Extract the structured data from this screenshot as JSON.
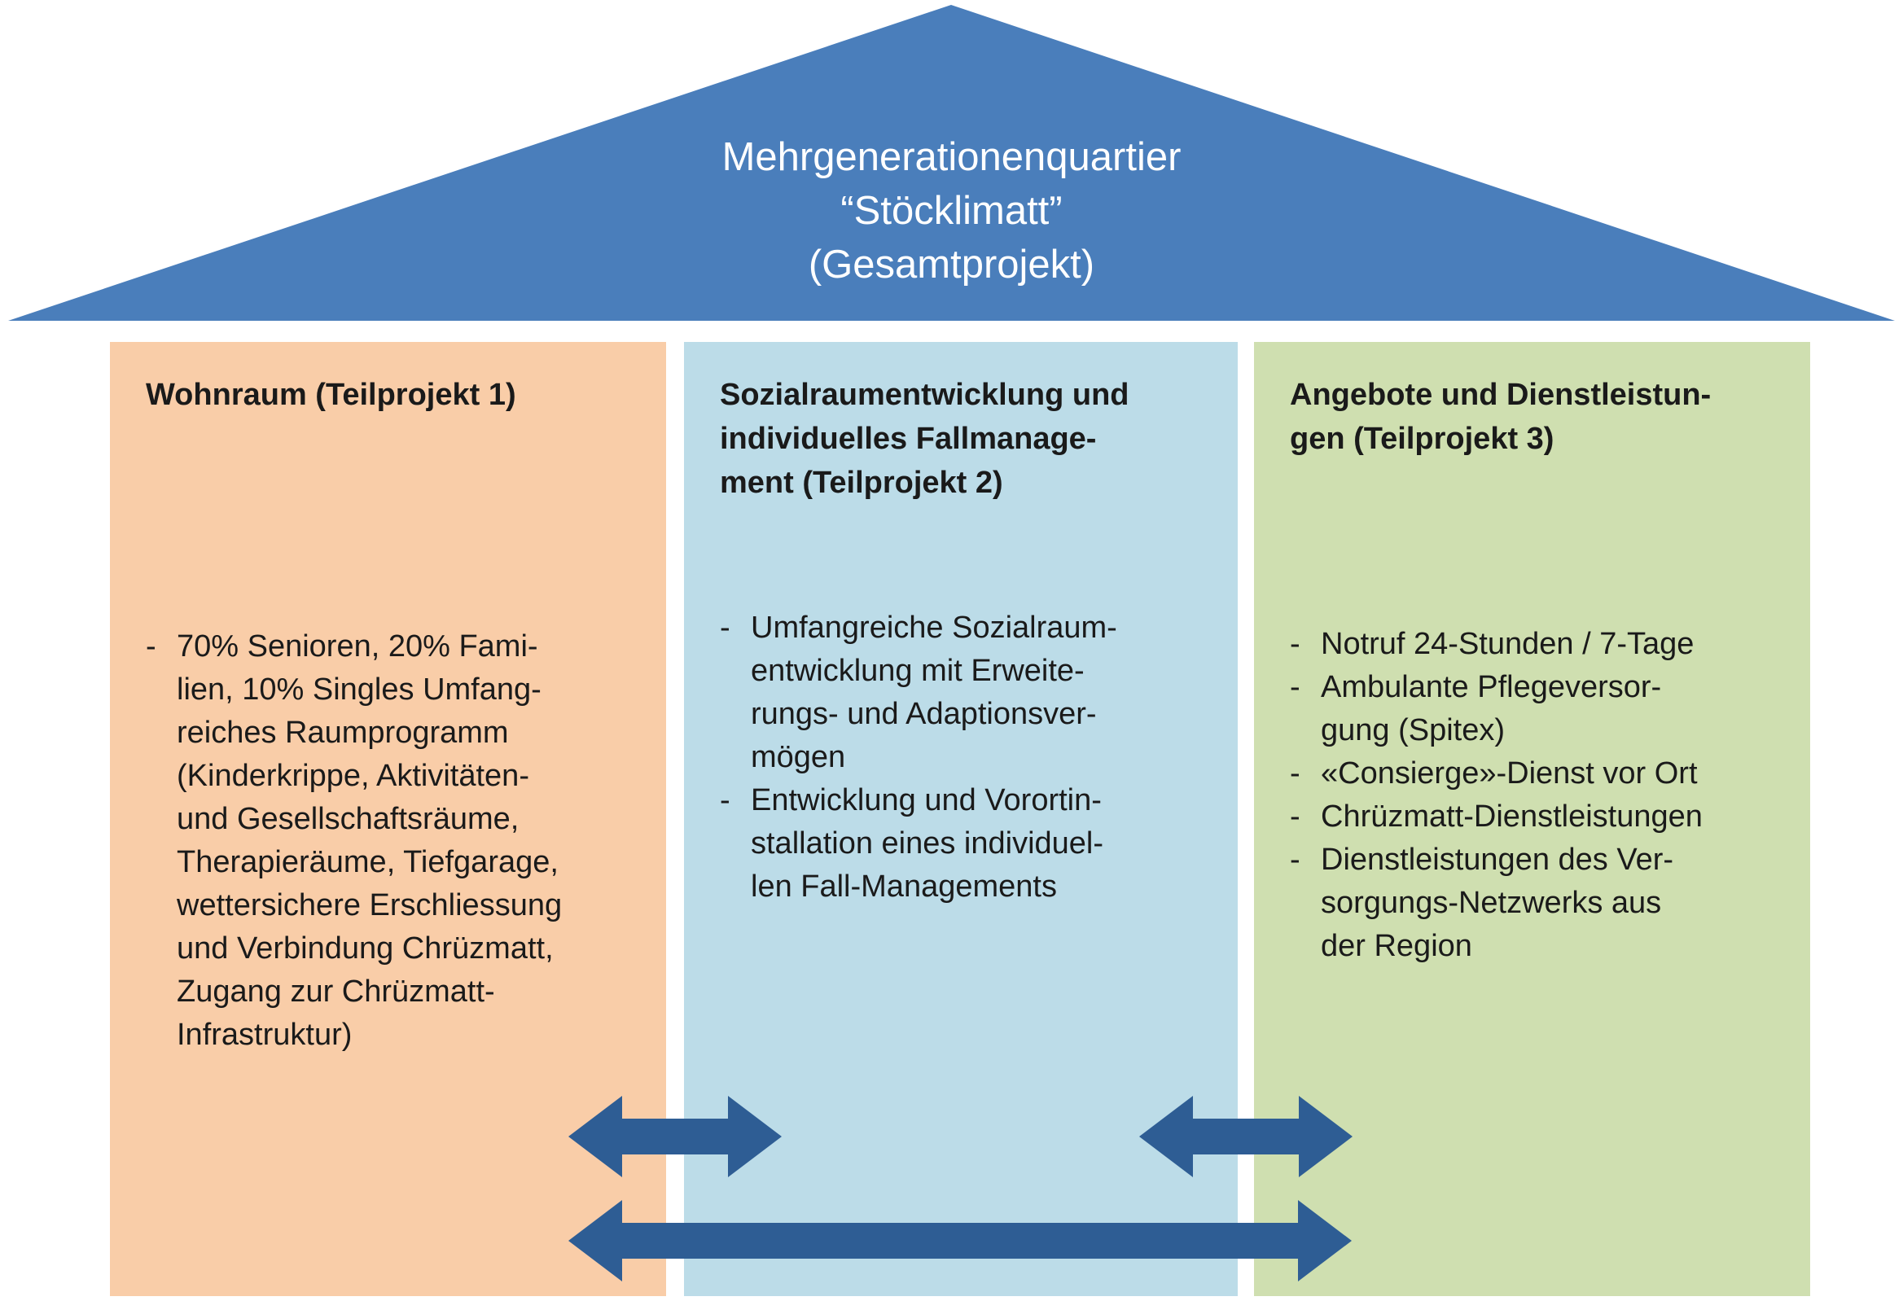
{
  "bullet": "-",
  "colors": {
    "roof": "#4A7EBB",
    "arrow": "#2E5D94",
    "column1_bg": "#F9CDA8",
    "column2_bg": "#BCDCE8",
    "column3_bg": "#CFDFB0",
    "roof_text": "#FFFFFF",
    "body_text": "#1A1A1A"
  },
  "roof": {
    "title": "Mehrgenerationenquartier\n“Stöcklimatt”\n(Gesamtprojekt)"
  },
  "columns": [
    {
      "heading": "Wohnraum (Teilprojekt 1)",
      "items": [
        "70% Senioren, 20% Fami-\nlien, 10% Singles Umfang-\nreiches Raumprogramm\n(Kinderkrippe, Aktivitäten-\nund Gesellschaftsräume,\nTherapieräume, Tiefgarage,\nwettersichere Erschliessung\nund Verbindung Chrüzmatt,\nZugang zur Chrüzmatt-\nInfrastruktur)"
      ]
    },
    {
      "heading": "Sozialraumentwicklung und\nindividuelles Fallmanage-\nment (Teilprojekt 2)",
      "items": [
        "Umfangreiche Sozialraum-\nentwicklung mit Erweite-\nrungs- und Adaptionsver-\nmögen",
        "Entwicklung und Vorortin-\nstallation eines individuel-\nlen Fall-Managements"
      ]
    },
    {
      "heading": "Angebote und Dienstleistun-\ngen (Teilprojekt 3)",
      "items": [
        "Notruf 24-Stunden / 7-Tage",
        "Ambulante Pflegeversor-\ngung (Spitex)",
        "«Consierge»-Dienst vor Ort",
        "Chrüzmatt-Dienstleistungen",
        "Dienstleistungen des Ver-\nsorgungs-Netzwerks aus\nder Region"
      ]
    }
  ]
}
